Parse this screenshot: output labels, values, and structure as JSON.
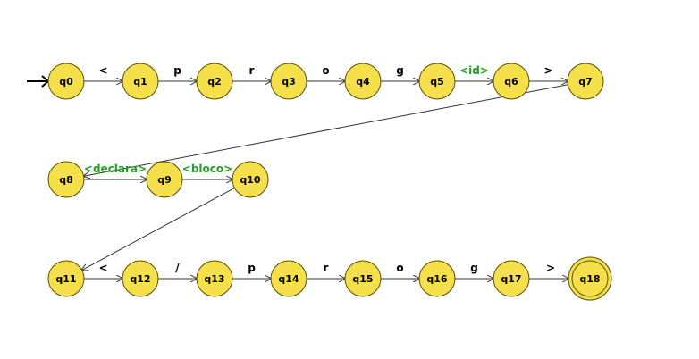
{
  "diagram": {
    "colors": {
      "state_fill": "#f5e04c",
      "state_stroke": "#5a5000",
      "edge": "#333333",
      "terminal_label": "#000000",
      "nonterminal_label": "#22a022"
    },
    "start_state": "q0",
    "accept_states": [
      "q18"
    ],
    "states": [
      "q0",
      "q1",
      "q2",
      "q3",
      "q4",
      "q5",
      "q6",
      "q7",
      "q8",
      "q9",
      "q10",
      "q11",
      "q12",
      "q13",
      "q14",
      "q15",
      "q16",
      "q17",
      "q18"
    ],
    "transitions": [
      {
        "from": "q0",
        "to": "q1",
        "label": "<",
        "kind": "terminal"
      },
      {
        "from": "q1",
        "to": "q2",
        "label": "p",
        "kind": "terminal"
      },
      {
        "from": "q2",
        "to": "q3",
        "label": "r",
        "kind": "terminal"
      },
      {
        "from": "q3",
        "to": "q4",
        "label": "o",
        "kind": "terminal"
      },
      {
        "from": "q4",
        "to": "q5",
        "label": "g",
        "kind": "terminal"
      },
      {
        "from": "q5",
        "to": "q6",
        "label": "<id>",
        "kind": "nonterminal"
      },
      {
        "from": "q6",
        "to": "q7",
        "label": ">",
        "kind": "terminal"
      },
      {
        "from": "q7",
        "to": "q8",
        "label": "",
        "kind": "terminal"
      },
      {
        "from": "q8",
        "to": "q9",
        "label": "<declara>",
        "kind": "nonterminal"
      },
      {
        "from": "q9",
        "to": "q10",
        "label": "<bloco>",
        "kind": "nonterminal"
      },
      {
        "from": "q10",
        "to": "q11",
        "label": "",
        "kind": "terminal"
      },
      {
        "from": "q11",
        "to": "q12",
        "label": "<",
        "kind": "terminal"
      },
      {
        "from": "q12",
        "to": "q13",
        "label": "/",
        "kind": "terminal"
      },
      {
        "from": "q13",
        "to": "q14",
        "label": "p",
        "kind": "terminal"
      },
      {
        "from": "q14",
        "to": "q15",
        "label": "r",
        "kind": "terminal"
      },
      {
        "from": "q15",
        "to": "q16",
        "label": "o",
        "kind": "terminal"
      },
      {
        "from": "q16",
        "to": "q17",
        "label": "g",
        "kind": "terminal"
      },
      {
        "from": "q17",
        "to": "q18",
        "label": ">",
        "kind": "terminal"
      }
    ]
  }
}
